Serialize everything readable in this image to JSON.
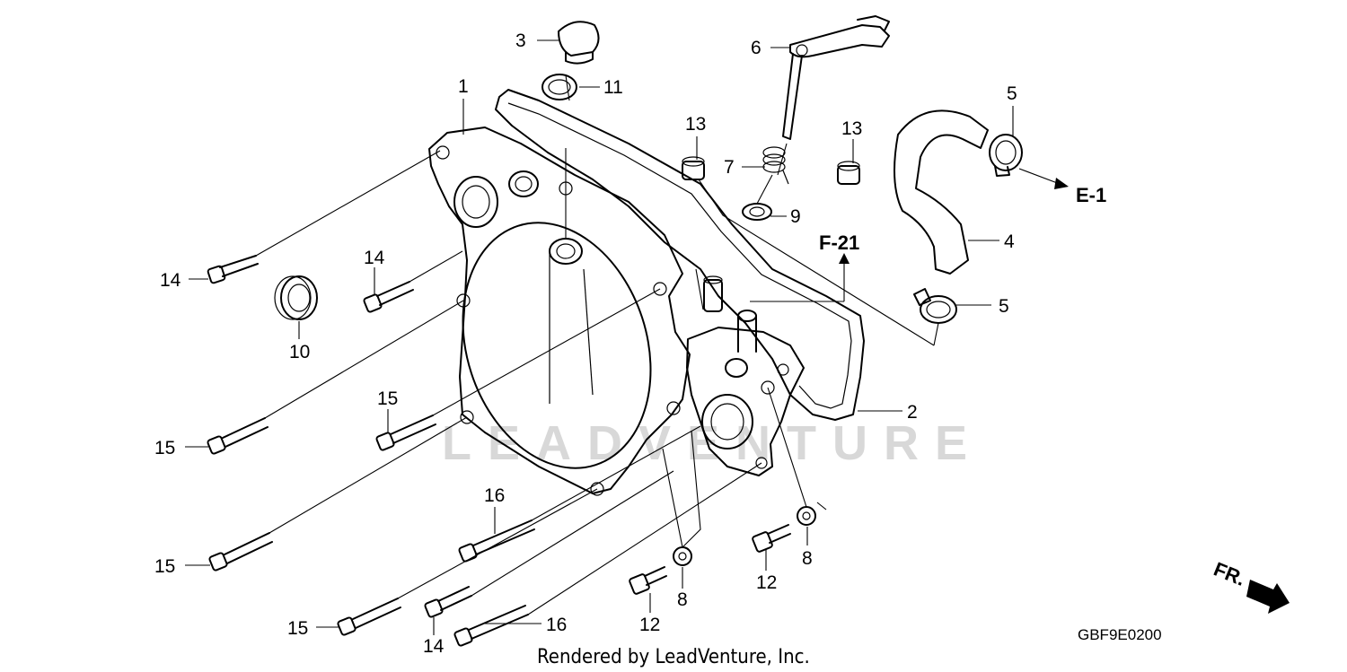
{
  "watermark": "LEADVENTURE",
  "credit": "Rendered by LeadVenture, Inc.",
  "diagram_code": "GBF9E0200",
  "direction_label": "FR.",
  "refs": {
    "e1": "E-1",
    "f21": "F-21"
  },
  "callouts": {
    "c1": "1",
    "c2": "2",
    "c3": "3",
    "c4": "4",
    "c5a": "5",
    "c5b": "5",
    "c6": "6",
    "c7": "7",
    "c8a": "8",
    "c8b": "8",
    "c9": "9",
    "c10": "10",
    "c11": "11",
    "c12a": "12",
    "c12b": "12",
    "c13a": "13",
    "c13b": "13",
    "c14a": "14",
    "c14b": "14",
    "c14c": "14",
    "c15a": "15",
    "c15b": "15",
    "c15c": "15",
    "c15d": "15",
    "c16a": "16",
    "c16b": "16"
  }
}
